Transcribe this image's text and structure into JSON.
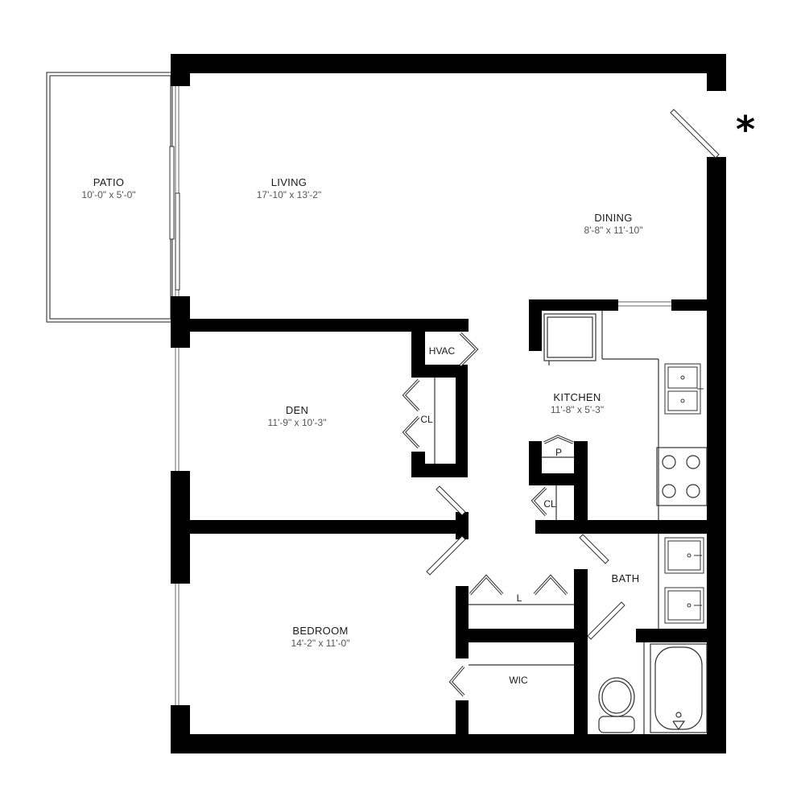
{
  "rooms": {
    "patio": {
      "name": "PATIO",
      "dims": "10'-0\" x 5'-0\""
    },
    "living": {
      "name": "LIVING",
      "dims": "17'-10\" x 13'-2\""
    },
    "dining": {
      "name": "DINING",
      "dims": "8'-8\" x 11'-10\""
    },
    "den": {
      "name": "DEN",
      "dims": "11'-9\" x 10'-3\""
    },
    "kitchen": {
      "name": "KITCHEN",
      "dims": "11'-8\" x 5'-3\""
    },
    "bedroom": {
      "name": "BEDROOM",
      "dims": "14'-2\" x 11'-0\""
    },
    "bath": {
      "name": "BATH"
    }
  },
  "labels": {
    "hvac": "HVAC",
    "den_closet": "CL",
    "pantry": "P",
    "kitchen_closet": "CL",
    "linen": "L",
    "wic": "WIC"
  },
  "marker": "*",
  "colors": {
    "wall": "#000000",
    "fixture": "#555555",
    "background": "#ffffff"
  }
}
